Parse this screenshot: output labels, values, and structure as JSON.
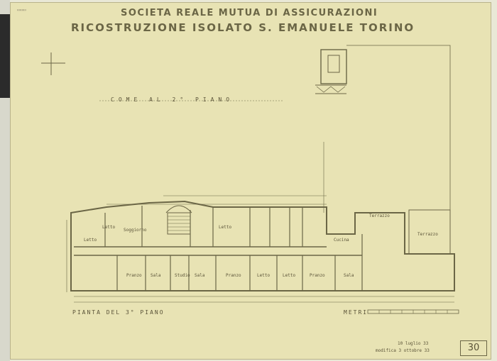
{
  "title_line1": "SOCIETA REALE MUTUA DI ASSICURAZIONI",
  "title_line2": "RICOSTRUZIONE ISOLATO S. EMANUELE TORINO",
  "note_upper": "COME AL 2° PIANO",
  "plan_caption": "PIANTA DEL 3° PIANO",
  "scale_label": "METRI",
  "date_line1": "10 luglio 33",
  "date_line2": "modifica 3 ottobre 33",
  "sheet_number": "30",
  "room_labels": [
    "Letto",
    "Soggiorno",
    "Letto",
    "Letto",
    "Pranzo",
    "Sala",
    "Studio",
    "Sala",
    "Pranzo",
    "Letto",
    "Letto",
    "Pranzo",
    "Sala",
    "Terrazzo",
    "Terrazzo",
    "Cucina"
  ],
  "colors": {
    "paper": "#e8e3b4",
    "ink": "#6b6646"
  }
}
